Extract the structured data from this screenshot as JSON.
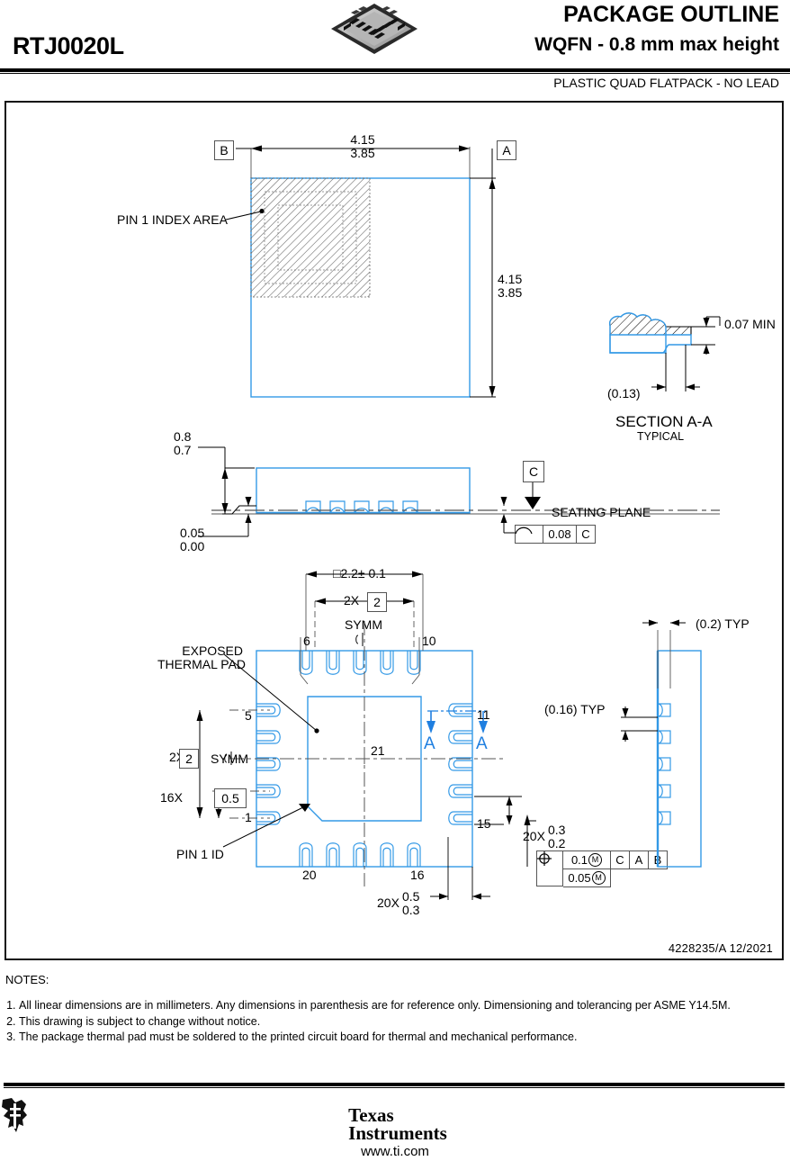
{
  "header": {
    "part_number": "RTJ0020L",
    "title_main": "PACKAGE OUTLINE",
    "title_sub": "WQFN - 0.8 mm max height",
    "title_note": "PLASTIC QUAD FLATPACK - NO LEAD",
    "chip_photo_alt": "qfn-package-photo"
  },
  "top_view": {
    "datum_b": "B",
    "datum_a": "A",
    "width_max": "4.15",
    "width_min": "3.85",
    "height_max": "4.15",
    "height_min": "3.85",
    "pin1_index_label": "PIN 1 INDEX AREA"
  },
  "section_aa": {
    "title": "SECTION A-A",
    "subtitle": "TYPICAL",
    "dim_min": "0.07 MIN",
    "dim_ref": "(0.13)"
  },
  "side_view": {
    "height_max": "0.8",
    "height_min": "0.7",
    "standoff_max": "0.05",
    "standoff_min": "0.00",
    "datum_c": "C",
    "seating_plane_label": "SEATING PLANE",
    "flatness_value": "0.08",
    "flatness_datum": "C"
  },
  "bottom_view": {
    "pad_dim": "2.2± 0.1",
    "pad_square_symbol": "□",
    "pad_2x_label": "2X",
    "pad_2x_datum": "2",
    "symm_top": "SYMM",
    "symm_left": "SYMM",
    "pitch_label": "16X",
    "pitch_value": "0.5",
    "left_2x_label": "2X",
    "left_2x_datum": "2",
    "exposed_pad_line1": "EXPOSED",
    "exposed_pad_line2": "THERMAL PAD",
    "pin1_id_label": "PIN 1 ID",
    "thermal_pad_pin": "21",
    "section_arrow_label": "A",
    "pin_numbers": {
      "top_left": "6",
      "top_right": "10",
      "left_top": "5",
      "left_bottom": "1",
      "right_top": "11",
      "right_bottom": "15",
      "bottom_left": "20",
      "bottom_right": "16"
    },
    "lead_width": {
      "count": "20X",
      "max": "0.3",
      "min": "0.2"
    },
    "lead_length": {
      "count": "20X",
      "max": "0.5",
      "min": "0.3"
    },
    "fcf": {
      "symbol": "position",
      "tol1": "0.1",
      "mod1": "M",
      "datum_c": "C",
      "datum_a": "A",
      "datum_b": "B",
      "tol2": "0.05",
      "mod2": "M"
    }
  },
  "side_detail": {
    "typ_02": "(0.2) TYP",
    "typ_016": "(0.16) TYP"
  },
  "drawing_number": "4228235/A   12/2021",
  "notes": {
    "heading": "NOTES:",
    "items": [
      "All linear dimensions are in millimeters. Any dimensions in parenthesis are for reference only. Dimensioning and tolerancing per ASME Y14.5M.",
      "This drawing is subject to change without notice.",
      "The package thermal pad must be soldered to the printed circuit board for thermal and mechanical performance."
    ]
  },
  "footer": {
    "brand_line1": "Texas",
    "brand_line2": "Instruments",
    "url": "www.ti.com"
  },
  "colors": {
    "outline_blue": "#3399e6",
    "accent_blue": "#1f7fe0",
    "line_gray": "#555555",
    "ink": "#000000"
  }
}
